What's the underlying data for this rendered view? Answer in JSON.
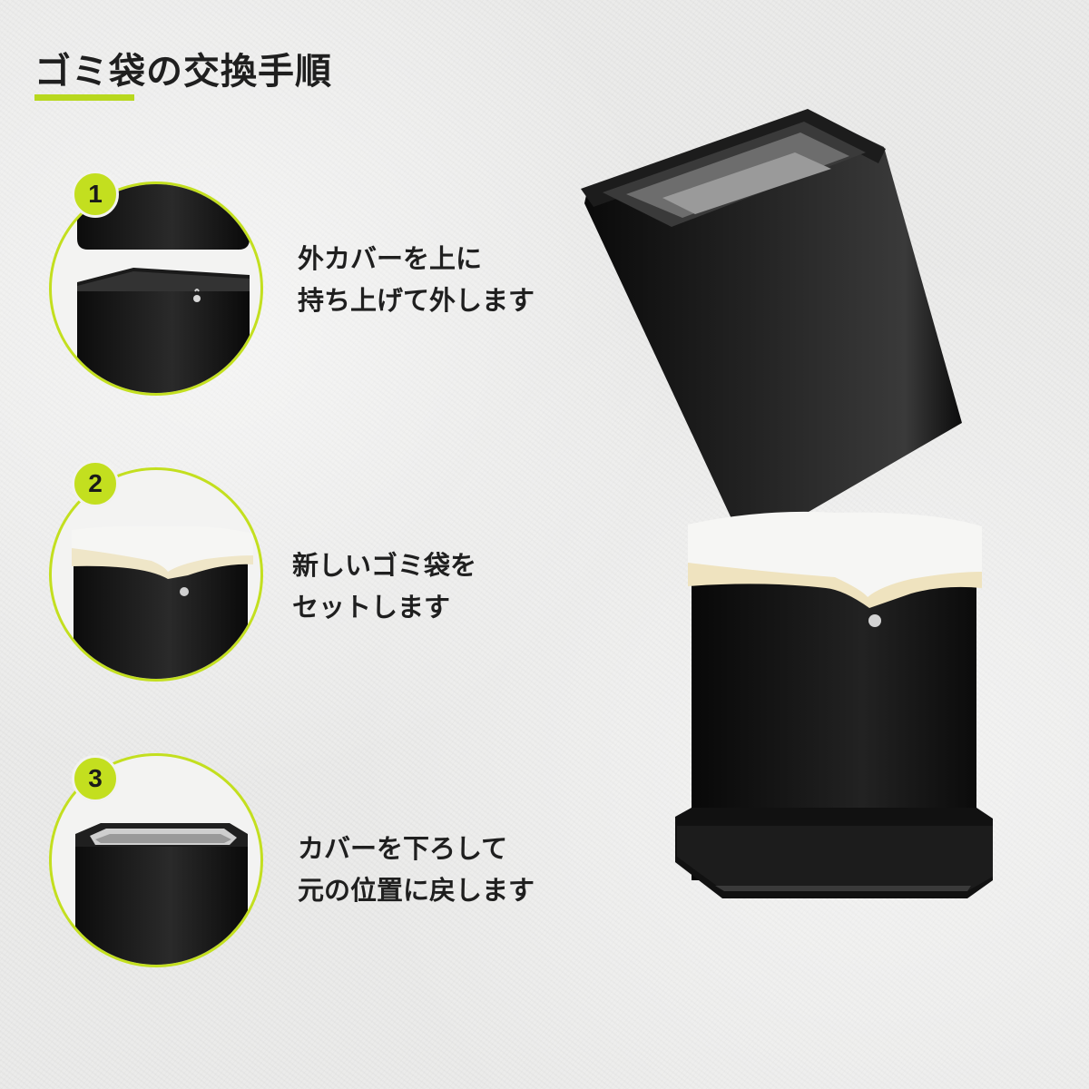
{
  "title": "ゴミ袋の交換手順",
  "colors": {
    "accent": "#c3df1f",
    "text": "#1f1f1f",
    "bin": "#111111",
    "bag": "#f4f4f4"
  },
  "steps": [
    {
      "number": "1",
      "line1": "外カバーを上に",
      "line2": "持ち上げて外します",
      "icon": "lift-outer-cover-image"
    },
    {
      "number": "2",
      "line1": "新しいゴミ袋を",
      "line2": "セットします",
      "icon": "set-new-bag-image"
    },
    {
      "number": "3",
      "line1": "カバーを下ろして",
      "line2": "元の位置に戻します",
      "icon": "replace-cover-image"
    }
  ]
}
